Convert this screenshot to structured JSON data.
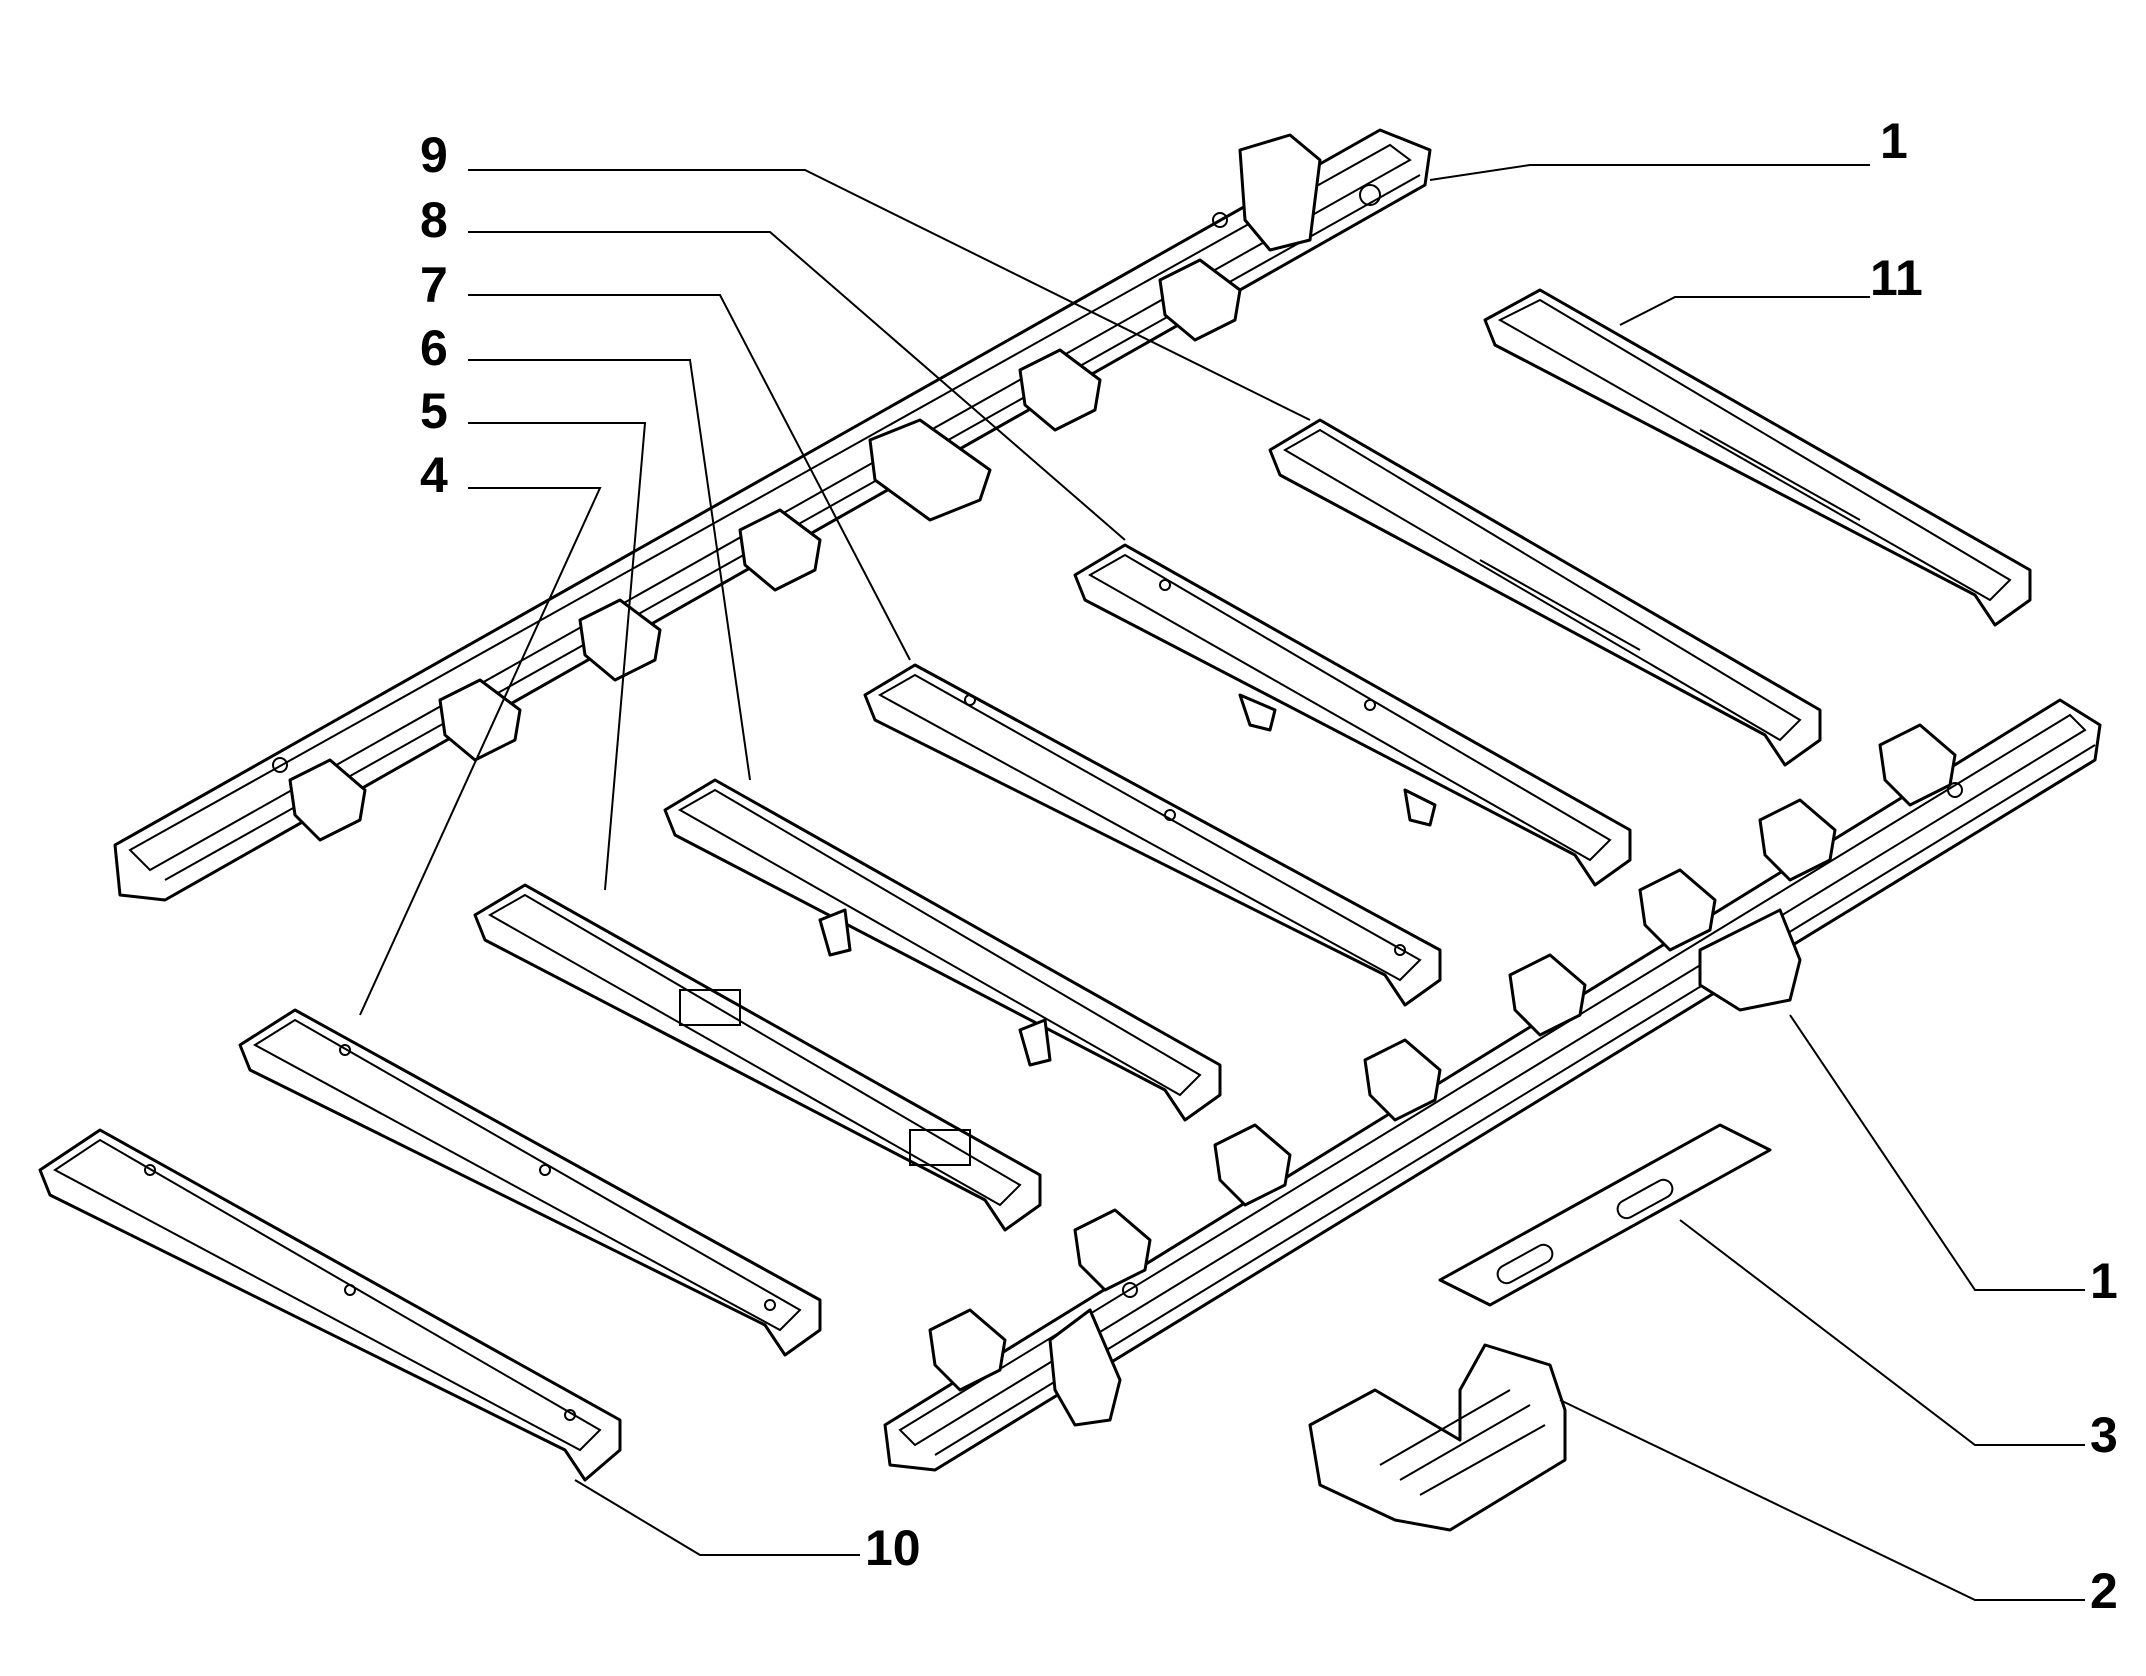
{
  "diagram": {
    "callouts": [
      {
        "id": "c9",
        "label": "9"
      },
      {
        "id": "c8",
        "label": "8"
      },
      {
        "id": "c7",
        "label": "7"
      },
      {
        "id": "c6",
        "label": "6"
      },
      {
        "id": "c5",
        "label": "5"
      },
      {
        "id": "c4",
        "label": "4"
      },
      {
        "id": "c1a",
        "label": "1"
      },
      {
        "id": "c11",
        "label": "11"
      },
      {
        "id": "c1b",
        "label": "1"
      },
      {
        "id": "c3",
        "label": "3"
      },
      {
        "id": "c2",
        "label": "2"
      },
      {
        "id": "c10",
        "label": "10"
      }
    ],
    "colors": {
      "line": "#000000",
      "background": "#ffffff"
    }
  }
}
